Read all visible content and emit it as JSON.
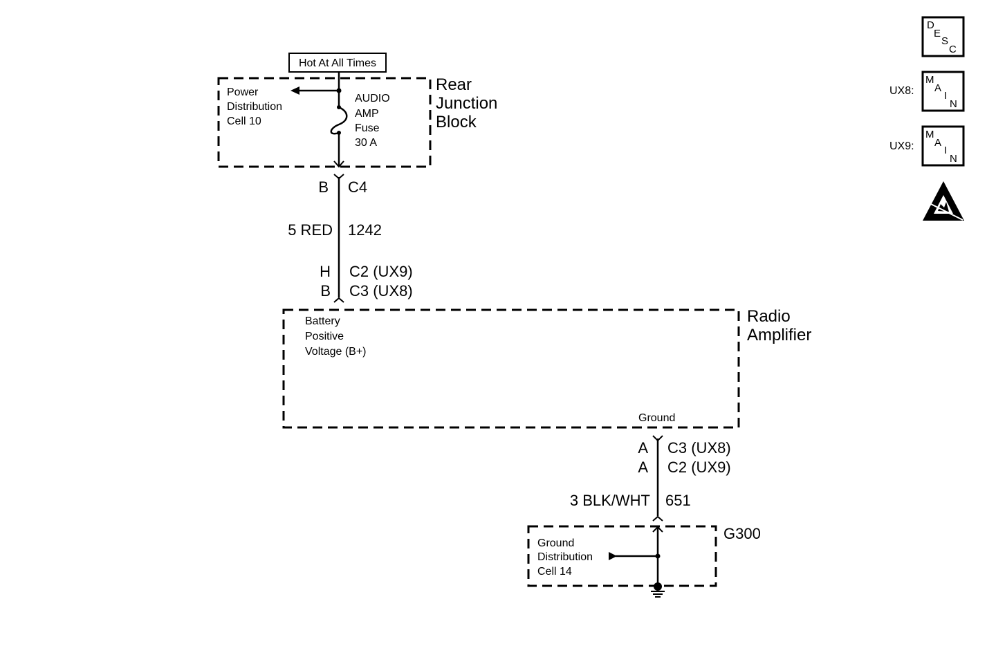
{
  "power_source": {
    "label": "Hot At All Times"
  },
  "rear_junction_block": {
    "title_lines": [
      "Rear",
      "Junction",
      "Block"
    ],
    "power_distribution_lines": [
      "Power",
      "Distribution",
      "Cell 10"
    ],
    "fuse_lines": [
      "AUDIO",
      "AMP",
      "Fuse",
      "30 A"
    ]
  },
  "wire_1242": {
    "top_pin": "B",
    "top_connector": "C4",
    "gauge_color": "5 RED",
    "circuit": "1242",
    "bottom_pins": [
      "H",
      "B"
    ],
    "bottom_connectors": [
      "C2 (UX9)",
      "C3 (UX8)"
    ]
  },
  "radio_amplifier": {
    "title_lines": [
      "Radio",
      "Amplifier"
    ],
    "bplus_lines": [
      "Battery",
      "Positive",
      "Voltage (B+)"
    ],
    "ground_label": "Ground"
  },
  "wire_651": {
    "top_pins": [
      "A",
      "A"
    ],
    "top_connectors": [
      "C3 (UX8)",
      "C2 (UX9)"
    ],
    "gauge_color": "3 BLK/WHT",
    "circuit": "651"
  },
  "g300": {
    "title": "G300",
    "ground_distribution_lines": [
      "Ground",
      "Distribution",
      "Cell 14"
    ]
  },
  "side_icons": {
    "desc_letters": [
      "D",
      "E",
      "S",
      "C"
    ],
    "main_letters": [
      "M",
      "A",
      "I",
      "N"
    ],
    "ux8_label": "UX8:",
    "ux9_label": "UX9:",
    "esd_icon": "esd-warning-icon"
  }
}
